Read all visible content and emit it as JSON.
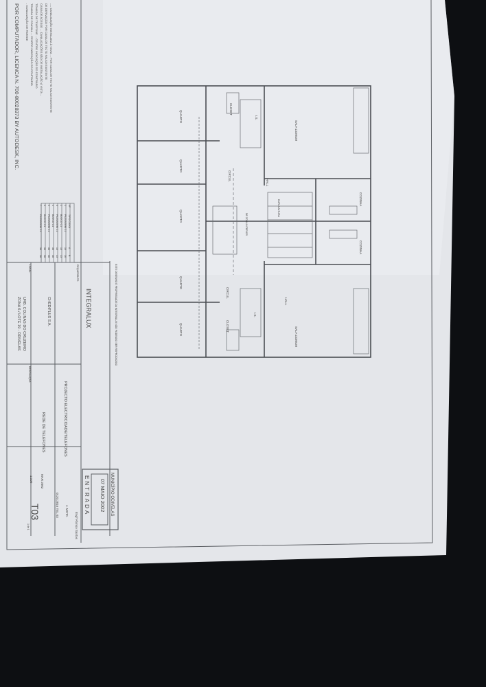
{
  "notes": {
    "license": "POR COMPUTADOR, LICENCA N. 700-80028373 BY AUTODESK, INC.",
    "lines": [
      "- CANALIZAÇÃO DE PAREDE",
      "TOMADA DE COAXIAL ... CENTRO INDICAÇÃO DO CONTRÁRIO",
      "TOMADA DE TELEFONE ... CENTRO INDICAÇÃO DO CONTRÁRIO",
      "CAIXA DE ACESSO ... CANALIZAÇÕES SÃO DE INSTALAÇÃO À VISTA ...",
      "DE DERIVAÇÃO POR CAIXA DE TECTO FALSO EXISTENTE",
      "---- CANALIZAÇÃO INSTALADA À VISTA ... POR CAIXA DE TECTO FALSO EXISTENTE"
    ]
  },
  "table": {
    "headers": [
      "Nº",
      "TIPO CAIXA",
      "A",
      "B"
    ],
    "rows": [
      [
        "1",
        "PASSAGEM C1",
        "16",
        "16"
      ],
      [
        "2",
        "BLOCO C1",
        "13",
        "13"
      ],
      [
        "3",
        "PASSAGEM C1",
        "13",
        "13"
      ],
      [
        "4",
        "BLOCO C1",
        "38",
        "38"
      ],
      [
        "5",
        "PASSAGEM C1",
        "38",
        "38"
      ],
      [
        "6",
        "BLOCO C1",
        "38",
        "38"
      ],
      [
        "7",
        "PASSAGEM C1",
        "38",
        "38"
      ]
    ]
  },
  "plan": {
    "rooms": {
      "sala_comum_1": "SALA COMUM",
      "sala_comum_2": "SALA COMUM",
      "quarto_1": "QUARTO",
      "quarto_2": "QUARTO",
      "quarto_3": "QUARTO",
      "quarto_4": "QUARTO",
      "quarto_5": "QUARTO",
      "closet_1": "CLOSET",
      "closet_2": "CLOSET",
      "circul_1": "CIRCUL",
      "circul_2": "CIRCUL",
      "hall_1": "HALL",
      "hall_2": "HALL",
      "cozinha_1": "COZINHA",
      "cozinha_2": "COZINHA",
      "is_1": "I.S.",
      "is_2": "I.S.",
      "stair": "DUPLA ALTURA",
      "duct": "DE ZONA INTERIOR"
    },
    "note": "ESTE DESENHO É PROPRIEDADE DA INTEGRALUX NÃO PODENDO SER REPRODUZIDO"
  },
  "title_block": {
    "firm": "INTEGRALUX",
    "client_label": "REQUERENTE:",
    "client": "CHEDIFLUS S.A.",
    "location_label": "LOCAL:",
    "location_1": "URB. COLINAS DO CRUZEIRO",
    "location_2": "ZONA 6 / LOTE 19 - ODIVELAS",
    "project": "PROJECTO ELECTRICIDADE/TELEFONES",
    "subject_label": "DESIGNAÇÃO:",
    "subject": "REDE DE TELEFONES",
    "engineer": "Engº Afonso Santos",
    "drawn": "J. MOTA",
    "ref": "0120.2816 TEL 03",
    "date": "MAR 2002",
    "scale": "1:100",
    "sheet": "T03",
    "sheet_count": "1 de 1"
  },
  "stamp": {
    "municipality": "MUNICÍPIO ODIVELAS",
    "date": "07 MAIO 2002",
    "label": "ENTRADA"
  }
}
